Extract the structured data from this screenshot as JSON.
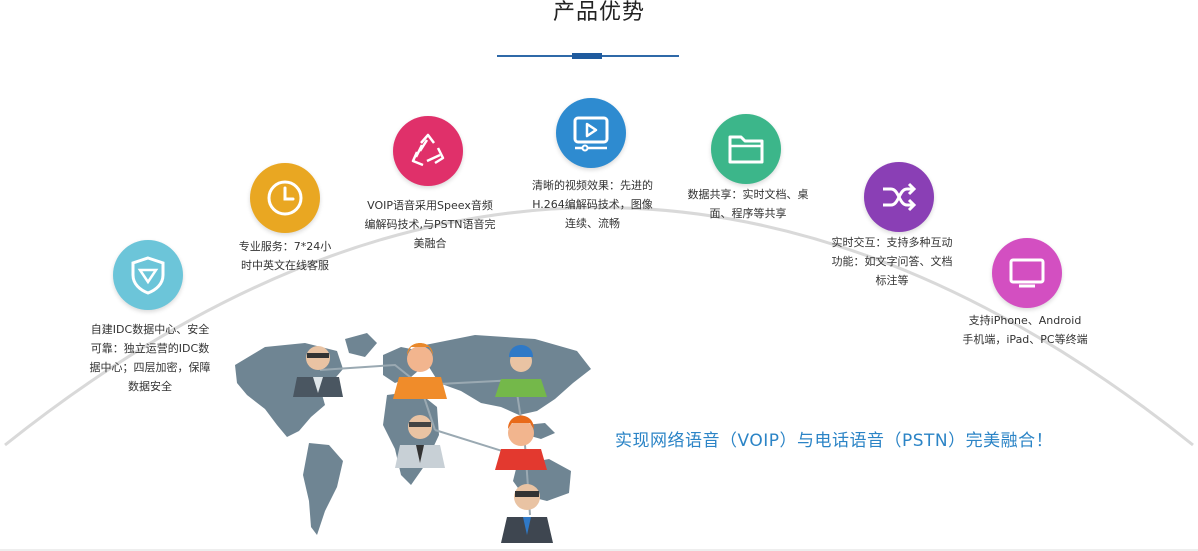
{
  "section_title": "产品优势",
  "features": [
    {
      "icon": "shield-icon",
      "color": "#6cc5d9",
      "text": "自建IDC数据中心、安全\n可靠：独立运营的IDC数\n据中心；四层加密，保障\n数据安全"
    },
    {
      "icon": "clock-icon",
      "color": "#e9a722",
      "text": "专业服务：7*24小\n时中英文在线客服"
    },
    {
      "icon": "recycle-icon",
      "color": "#e0306a",
      "text": "VOIP语音采用Speex音频\n编解码技术,与PSTN语音完\n美融合"
    },
    {
      "icon": "video-icon",
      "color": "#2e8bd0",
      "text": "清晰的视频效果：先进的\nH.264编解码技术，图像\n连续、流畅"
    },
    {
      "icon": "folder-icon",
      "color": "#3cb68a",
      "text": "数据共享：实时文档、桌\n面、程序等共享"
    },
    {
      "icon": "shuffle-icon",
      "color": "#8a3fb5",
      "text": "实时交互：支持多种互动\n功能：如文字问答、文档\n标注等"
    },
    {
      "icon": "monitor-icon",
      "color": "#d34fc1",
      "text": "支持iPhone、Android\n手机端，iPad、PC等终端"
    }
  ],
  "slogan": "实现网络语音（VOIP）与电话语音（PSTN）完美融合！"
}
